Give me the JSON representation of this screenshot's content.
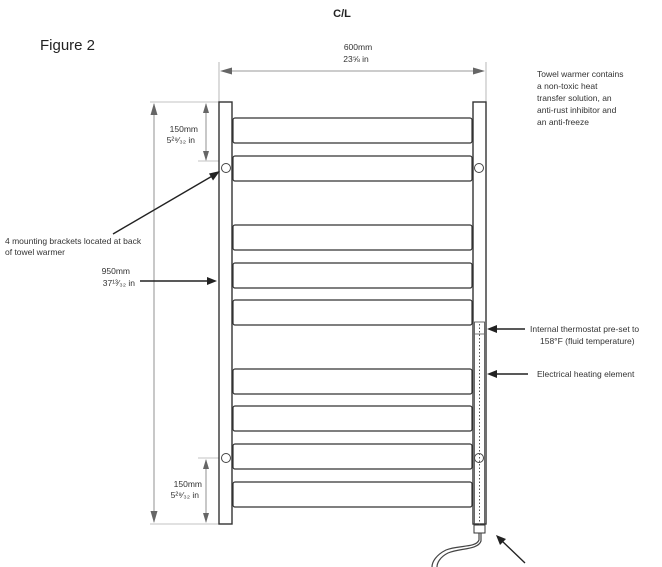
{
  "header": {
    "centerline_label": "C/L"
  },
  "figure_label": "Figure 2",
  "dimensions": {
    "width_mm": "600mm",
    "width_in": "23⅝ in",
    "height_mm": "950mm",
    "height_in": "37¹³⁄₃₂ in",
    "top_spacing_mm": "150mm",
    "top_spacing_in": "5²⁹⁄₃₂ in",
    "bottom_spacing_mm": "150mm",
    "bottom_spacing_in": "5²⁹⁄₃₂ in"
  },
  "notes": {
    "fluid": [
      "Towel warmer contains",
      "a non-toxic heat",
      "transfer solution, an",
      "anti-rust inhibitor and",
      "an anti-freeze"
    ],
    "brackets": [
      "4 mounting brackets located at back",
      "of towel warmer"
    ],
    "thermostat": [
      "Internal thermostat pre-set to",
      "158°F (fluid temperature)"
    ],
    "heating_element": "Electrical heating element"
  },
  "colors": {
    "line": "#333333",
    "dim": "#777777"
  }
}
